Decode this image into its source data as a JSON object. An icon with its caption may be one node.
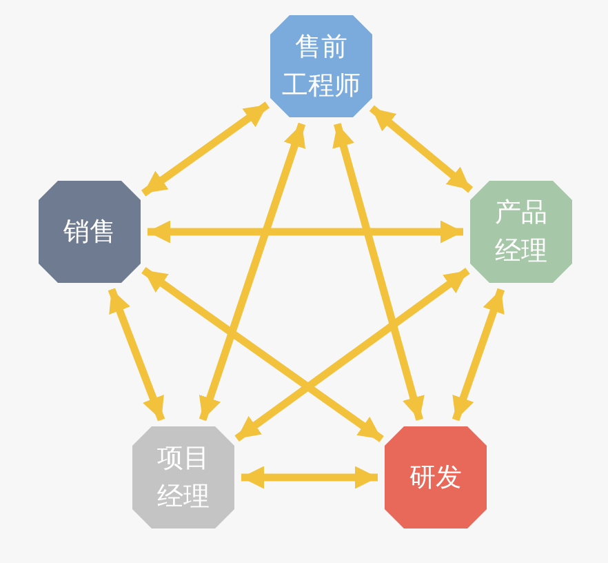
{
  "diagram": {
    "nodes": [
      {
        "text": [
          "售前工程师"
        ]
      },
      {
        "text": [
          "销售"
        ]
      },
      {
        "text": [
          "产品经理"
        ]
      },
      {
        "text": [
          "项目经理"
        ]
      },
      {
        "text": [
          "研发"
        ]
      }
    ],
    "edges": [
      {
        "from": 0,
        "to": 1,
        "arrow": "both"
      },
      {
        "from": 0,
        "to": 2,
        "arrow": "both"
      },
      {
        "from": 0,
        "to": 3,
        "arrow": "both"
      },
      {
        "from": 0,
        "to": 4,
        "arrow": "both"
      },
      {
        "from": 1,
        "to": 2,
        "arrow": "both"
      },
      {
        "from": 1,
        "to": 3,
        "arrow": "both"
      },
      {
        "from": 1,
        "to": 4,
        "arrow": "both"
      },
      {
        "from": 2,
        "to": 3,
        "arrow": "both"
      },
      {
        "from": 2,
        "to": 4,
        "arrow": "both"
      },
      {
        "from": 3,
        "to": 4,
        "arrow": "both"
      }
    ]
  }
}
